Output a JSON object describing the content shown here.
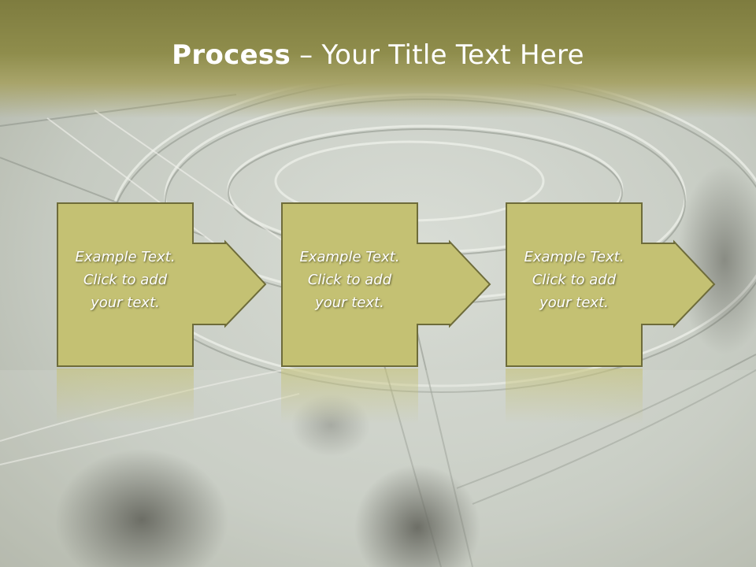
{
  "title": {
    "bold": "Process",
    "rest": " – Your Title Text Here"
  },
  "steps": [
    {
      "line1": "Example Text.",
      "line2": "Click  to add",
      "line3": "your text."
    },
    {
      "line1": "Example Text.",
      "line2": "Click  to add",
      "line3": "your text."
    },
    {
      "line1": "Example Text.",
      "line2": "Click  to add",
      "line3": "your text."
    }
  ],
  "colors": {
    "box_fill": "#c4c173",
    "box_stroke": "#6e6c3a",
    "title_band": "#8a8848",
    "text": "#ffffff"
  }
}
